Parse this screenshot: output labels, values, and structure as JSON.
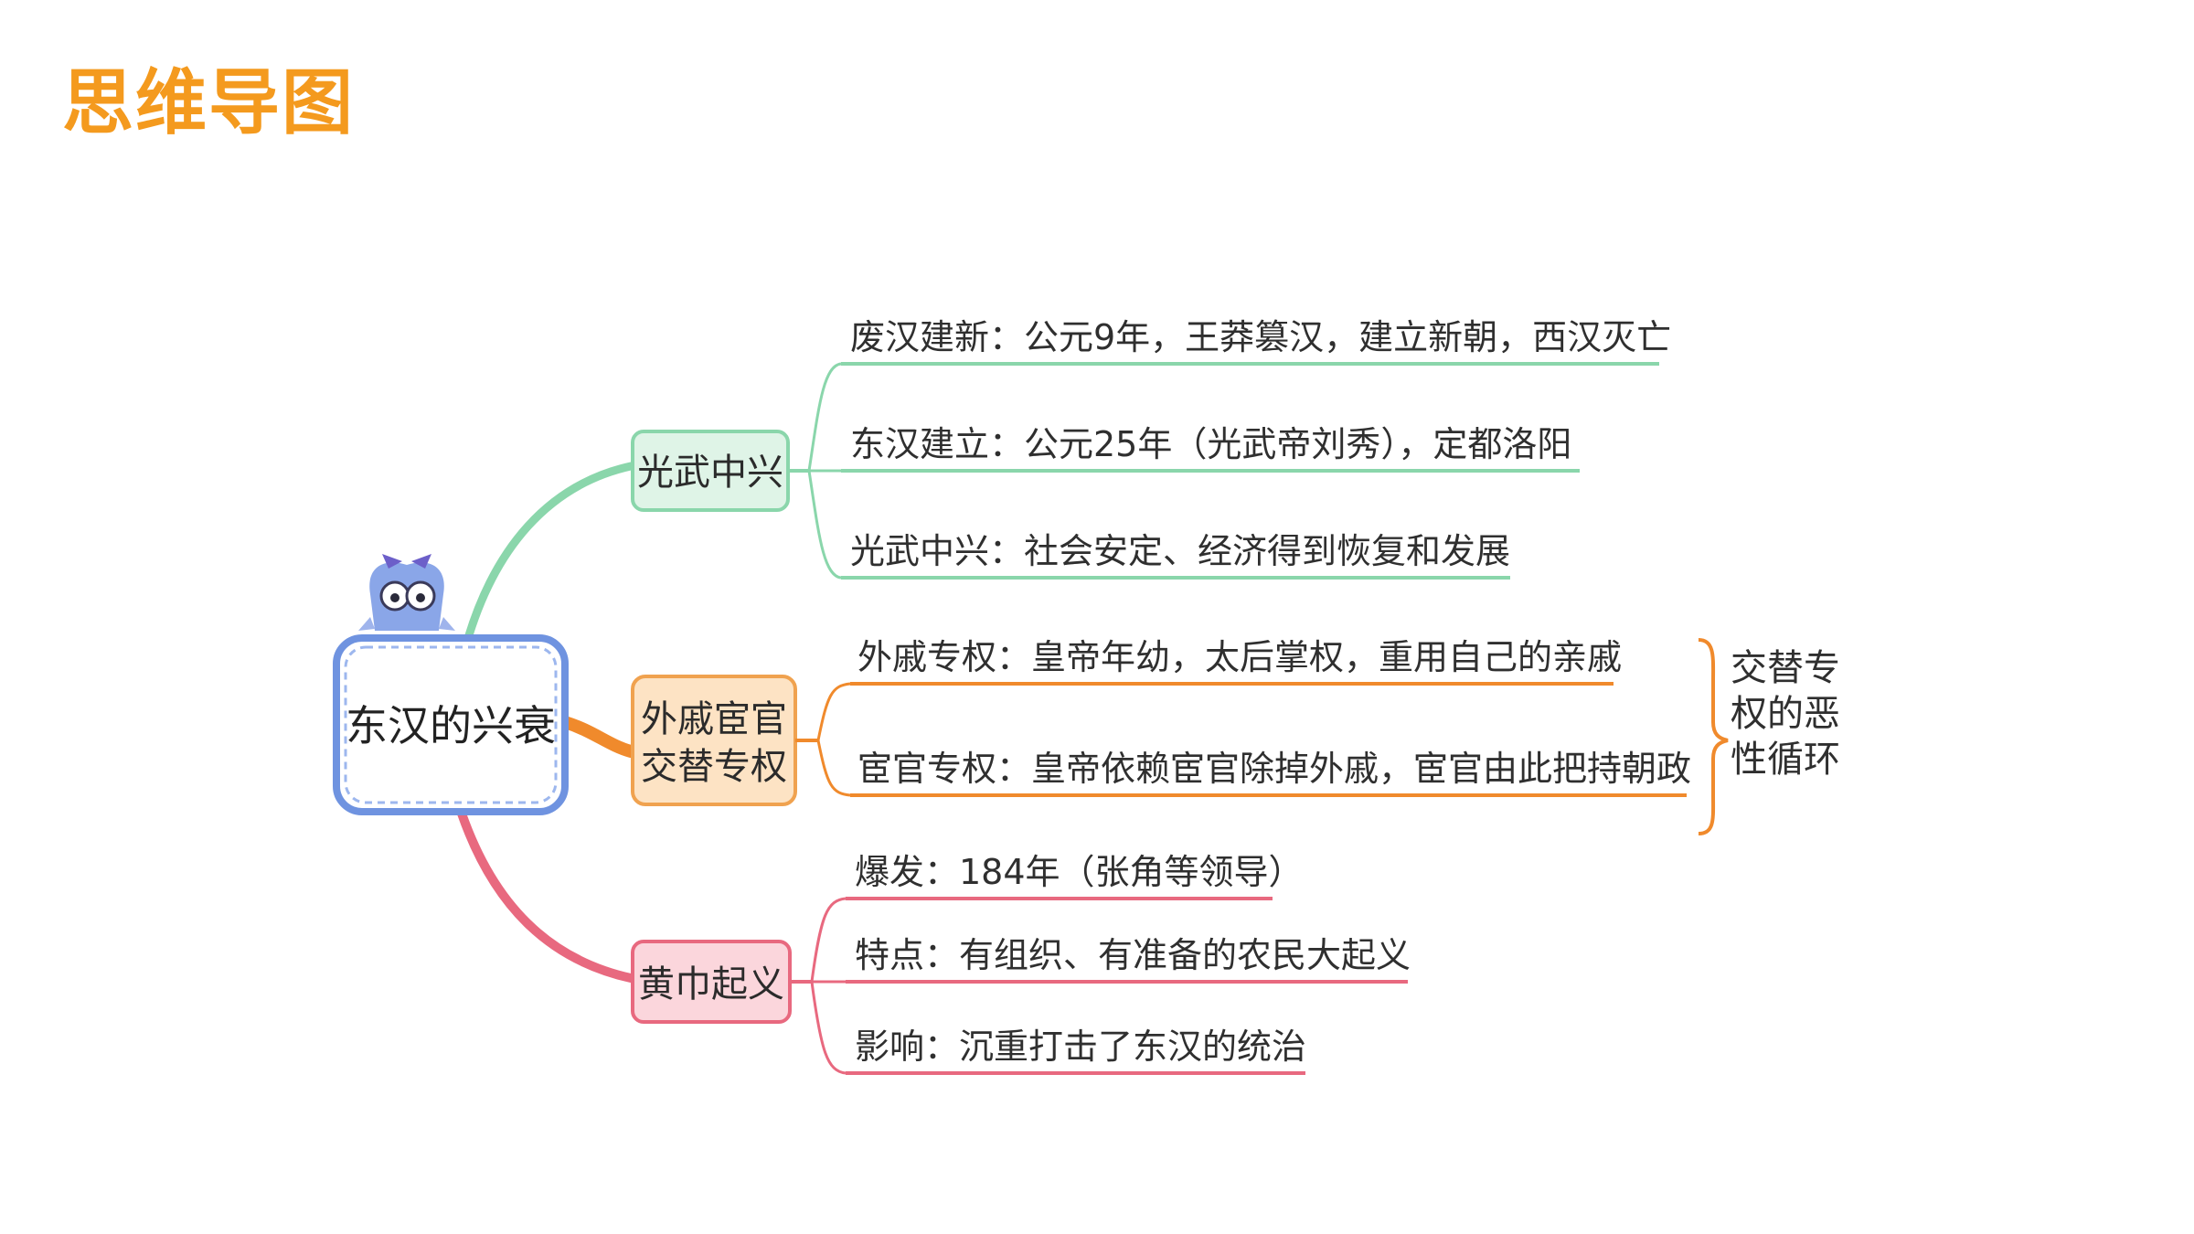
{
  "page_title": "思维导图",
  "root": {
    "label": "东汉的兴衰"
  },
  "colors": {
    "title": "#f49a1e",
    "green": "#7fd3a6",
    "orange": "#f08a2c",
    "red": "#e8697f",
    "root_border": "#6f93e0"
  },
  "branches": [
    {
      "label": "光武中兴",
      "color": "green",
      "leaves": [
        "废汉建新：公元9年，王莽篡汉，建立新朝，西汉灭亡",
        "东汉建立：公元25年（光武帝刘秀），定都洛阳",
        "光武中兴：社会安定、经济得到恢复和发展"
      ]
    },
    {
      "label_lines": [
        "外戚宦官",
        "交替专权"
      ],
      "color": "orange",
      "leaves": [
        "外戚专权：皇帝年幼，太后掌权，重用自己的亲戚",
        "宦官专权：皇帝依赖宦官除掉外戚，宦官由此把持朝政"
      ],
      "note_lines": [
        "交替专",
        "权的恶",
        "性循环"
      ]
    },
    {
      "label": "黄巾起义",
      "color": "red",
      "leaves": [
        "爆发：184年（张角等领导）",
        "特点：有组织、有准备的农民大起义",
        "影响：沉重打击了东汉的统治"
      ]
    }
  ]
}
